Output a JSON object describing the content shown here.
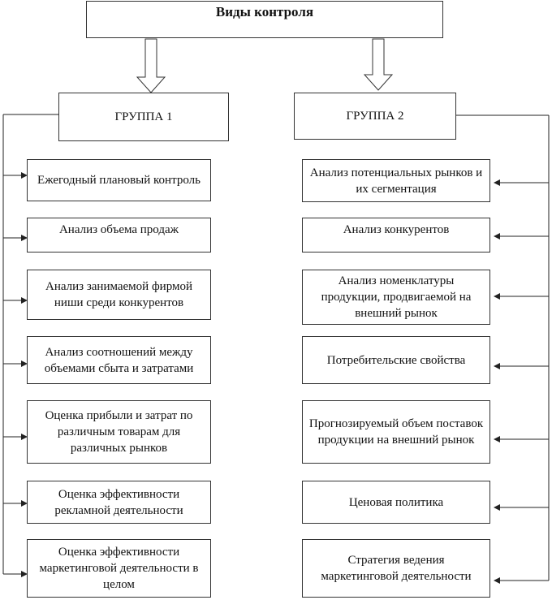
{
  "title": "Виды контроля",
  "groups": [
    {
      "label": "ГРУППА 1",
      "items": [
        "Ежегодный плановый контроль",
        "Анализ объема продаж",
        "Анализ занимаемой фирмой ниши среди конкурентов",
        "Анализ соотношений между объемами сбыта и затратами",
        "Оценка прибыли и затрат по различным товарам для различных рынков",
        "Оценка эффективности рекламной деятельности",
        "Оценка эффективности маркетинговой деятельности в целом"
      ]
    },
    {
      "label": "ГРУППА 2",
      "items": [
        "Анализ потенциальных рынков и их сегментация",
        "Анализ конкурентов",
        "Анализ номенклатуры продукции, продвигаемой на внешний рынок",
        "Потребительские свойства",
        "Прогнозируемый объем поставок продукции на внешний рынок",
        "Ценовая политика",
        "Стратегия ведения маркетинговой деятельности"
      ]
    }
  ]
}
